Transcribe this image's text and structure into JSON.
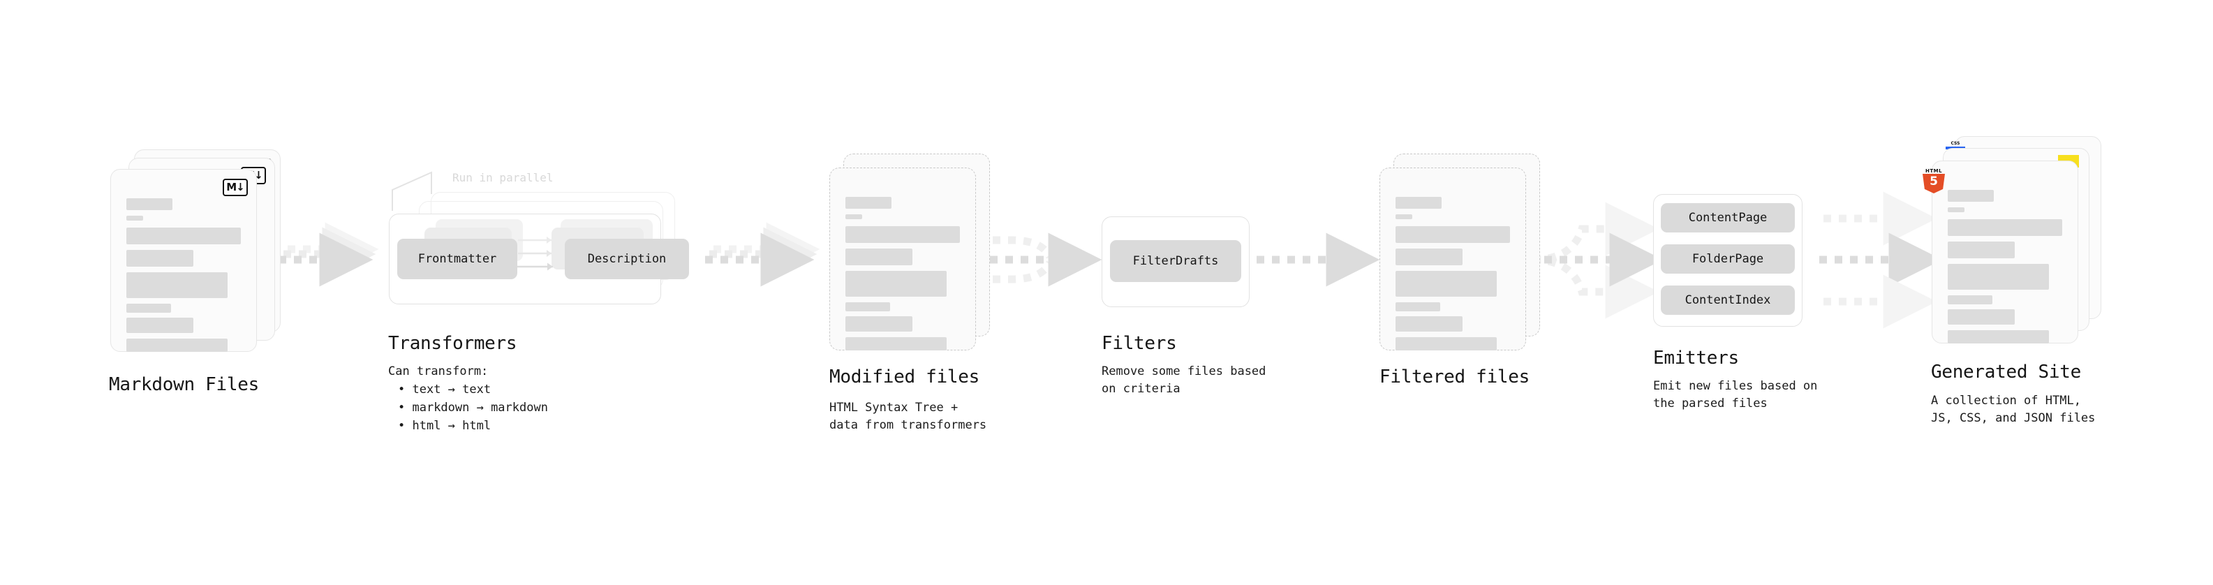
{
  "diagram": {
    "type": "pipeline-flow",
    "background": "#ffffff",
    "accent_colors": {
      "skeleton_bar": "#dcdcdc",
      "pill": "#dadada",
      "arrow": "#dcdcdc",
      "arrow_faint": "#efefef",
      "dashed_border": "#c9c9c9",
      "html5": "#e44d26",
      "css3": "#2965f1",
      "javascript": "#f7df1e",
      "markdown": "#111111"
    }
  },
  "stages": [
    {
      "id": "markdown-files",
      "title": "Markdown Files",
      "subtitle": "",
      "icon": "markdown-badge",
      "icon_label": "M",
      "icon_arrow": "↓",
      "kind": "document-stack",
      "stack_count": 3,
      "border": "solid"
    },
    {
      "id": "transformers",
      "title": "Transformers",
      "subtitle": "Can transform:",
      "bullets": [
        "text → text",
        "markdown → markdown",
        "html → html"
      ],
      "annotation": "Run in parallel",
      "kind": "group-stack",
      "stack_count": 3,
      "pills": [
        "Frontmatter",
        "Description"
      ]
    },
    {
      "id": "modified-files",
      "title": "Modified files",
      "subtitle": "HTML Syntax Tree +\ndata from transformers",
      "kind": "document-stack",
      "stack_count": 2,
      "border": "dashed"
    },
    {
      "id": "filters",
      "title": "Filters",
      "subtitle": "Remove some files based\non criteria",
      "kind": "group",
      "pills": [
        "FilterDrafts"
      ]
    },
    {
      "id": "filtered-files",
      "title": "Filtered files",
      "subtitle": "",
      "kind": "document-stack",
      "stack_count": 2,
      "border": "dashed"
    },
    {
      "id": "emitters",
      "title": "Emitters",
      "subtitle": "Emit new files based on\nthe parsed files",
      "kind": "group",
      "pills": [
        "ContentPage",
        "FolderPage",
        "ContentIndex"
      ]
    },
    {
      "id": "generated-site",
      "title": "Generated Site",
      "subtitle": "A collection of HTML,\nJS, CSS, and JSON files",
      "kind": "document-stack",
      "stack_count": 3,
      "border": "solid",
      "badges": [
        "css3-badge",
        "javascript-badge",
        "html5-badge"
      ],
      "badge_labels": {
        "css": "CSS",
        "html": "HTML",
        "html_digit": "5"
      }
    }
  ],
  "connectors": [
    {
      "from": "markdown-files",
      "to": "transformers",
      "style": "dotted-stacked-arrow",
      "lanes": 3
    },
    {
      "from": "transformers",
      "to": "modified-files",
      "style": "dotted-stacked-arrow",
      "lanes": 3
    },
    {
      "from": "modified-files",
      "to": "filters",
      "style": "dotted-merge-arrow",
      "lanes": 3
    },
    {
      "from": "filters",
      "to": "filtered-files",
      "style": "dotted-arrow",
      "lanes": 1
    },
    {
      "from": "filtered-files",
      "to": "emitters",
      "style": "dotted-split-arrow",
      "lanes": 3
    },
    {
      "from": "emitters",
      "to": "generated-site",
      "style": "dotted-parallel-arrow",
      "lanes": 3
    }
  ]
}
